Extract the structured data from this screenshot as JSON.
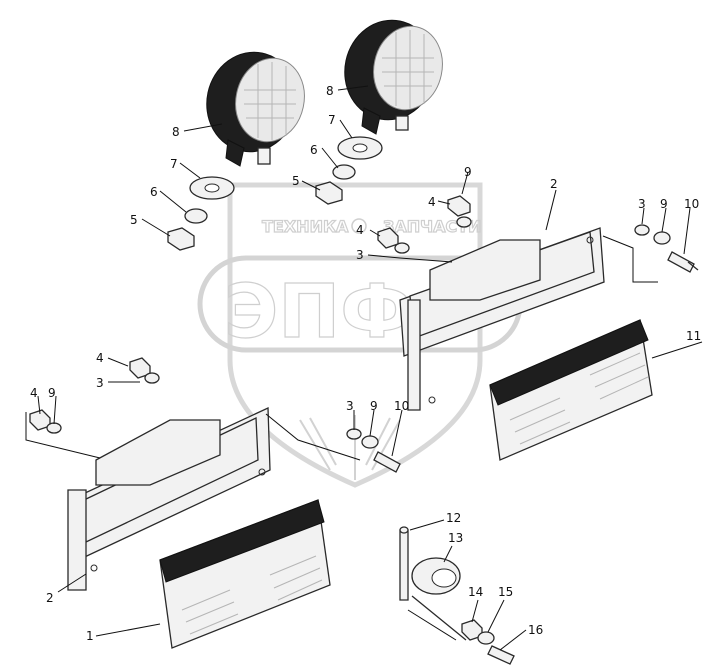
{
  "watermark": {
    "text_left": "ТЕХНИКА",
    "text_right": "ЗАПЧАСТИ",
    "logo": "ЭПФ"
  },
  "callouts": [
    {
      "id": "c8a",
      "label": "8"
    },
    {
      "id": "c8b",
      "label": "8"
    },
    {
      "id": "c7a",
      "label": "7"
    },
    {
      "id": "c7b",
      "label": "7"
    },
    {
      "id": "c6a",
      "label": "6"
    },
    {
      "id": "c6b",
      "label": "6"
    },
    {
      "id": "c5a",
      "label": "5"
    },
    {
      "id": "c5b",
      "label": "5"
    },
    {
      "id": "c9a",
      "label": "9"
    },
    {
      "id": "c4a",
      "label": "4"
    },
    {
      "id": "c4b",
      "label": "4"
    },
    {
      "id": "c3a",
      "label": "3"
    },
    {
      "id": "c2a",
      "label": "2"
    },
    {
      "id": "c3b",
      "label": "3"
    },
    {
      "id": "c9b",
      "label": "9"
    },
    {
      "id": "c10a",
      "label": "10"
    },
    {
      "id": "c11",
      "label": "11"
    },
    {
      "id": "c4c",
      "label": "4"
    },
    {
      "id": "c3c",
      "label": "3"
    },
    {
      "id": "c4d",
      "label": "4"
    },
    {
      "id": "c9c",
      "label": "9"
    },
    {
      "id": "c3d",
      "label": "3"
    },
    {
      "id": "c9d",
      "label": "9"
    },
    {
      "id": "c10b",
      "label": "10"
    },
    {
      "id": "c2b",
      "label": "2"
    },
    {
      "id": "c1",
      "label": "1"
    },
    {
      "id": "c12",
      "label": "12"
    },
    {
      "id": "c13",
      "label": "13"
    },
    {
      "id": "c14",
      "label": "14"
    },
    {
      "id": "c15",
      "label": "15"
    },
    {
      "id": "c16",
      "label": "16"
    }
  ]
}
